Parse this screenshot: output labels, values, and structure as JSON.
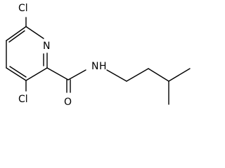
{
  "molecule": {
    "atoms": {
      "cl_top": "Cl",
      "n_ring": "N",
      "cl_bottom": "Cl",
      "n_amide": "N",
      "h_amide": "H",
      "o_carbonyl": "O"
    },
    "colors": {
      "bond": "#000000",
      "label": "#000000",
      "background": "#ffffff"
    }
  }
}
